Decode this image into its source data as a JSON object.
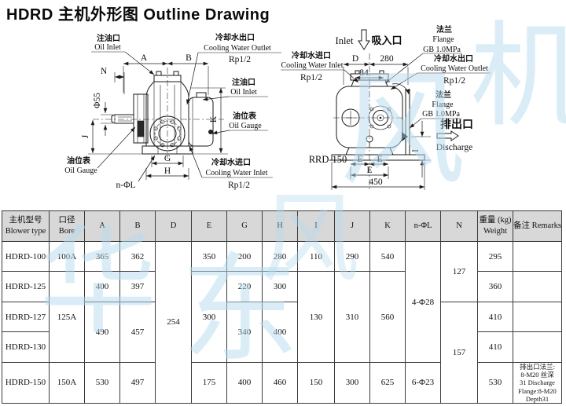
{
  "title": "HDRD 主机外形图  Outline Drawing",
  "watermark": {
    "color": "#b7dcf0",
    "glyphs": [
      "华",
      "东",
      "风",
      "机",
      "风"
    ]
  },
  "front": {
    "oil_inlet_top_zh": "注油口",
    "oil_inlet_top_en": "Oil Inlet",
    "cooling_outlet_zh": "冷却水出口",
    "cooling_outlet_en": "Cooling Water Outlet",
    "cooling_outlet_size": "Rp1/2",
    "oil_inlet_right_zh": "注油口",
    "oil_inlet_right_en": "Oil Inlet",
    "oil_gauge_right_zh": "油位表",
    "oil_gauge_right_en": "Oil Gauge",
    "oil_gauge_left_zh": "油位表",
    "oil_gauge_left_en": "Oil Gauge",
    "cooling_inlet_zh": "冷却水进口",
    "cooling_inlet_en": "Cooling Water Inlet",
    "cooling_inlet_size": "Rp1/2",
    "dim_a": "A",
    "dim_b": "B",
    "dim_n": "N",
    "dim_j": "J",
    "dim_k": "K",
    "dim_g": "G",
    "dim_h": "H",
    "shaft_dia": "Φ55",
    "bolt_holes": "n-ΦL"
  },
  "side": {
    "inlet_en": "Inlet",
    "inlet_zh": "吸入口",
    "flange_top_zh": "法兰",
    "flange_top_en": "Flange",
    "flange_top_spec": "GB 1.0MPa",
    "cooling_inlet_zh": "冷却水进口",
    "cooling_inlet_en": "Cooling Water Inlet",
    "cooling_inlet_size": "Rp1/2",
    "cooling_outlet_zh": "冷却水出口",
    "cooling_outlet_en": "Cooling Water Outlet",
    "cooling_outlet_size": "Rp1/2",
    "flange_right_zh": "法兰",
    "flange_right_en": "Flange",
    "flange_right_spec": "GB 1.0MPa",
    "discharge_zh": "排出口",
    "discharge_en": "Discharge",
    "model_label": "RRD-150",
    "dim_d": "D",
    "dim_280": "280",
    "dim_84": "84",
    "dim_e1": "E",
    "dim_e2": "E",
    "dim_e3": "E",
    "dim_450": "450",
    "dim_i": "I"
  },
  "table": {
    "headers": [
      "主机型号\nBlower type",
      "口径 Bore",
      "A",
      "B",
      "D",
      "E",
      "G",
      "H",
      "I",
      "J",
      "K",
      "n-ΦL",
      "N",
      "重量 (kg)\nWeight",
      "备注 Remarks"
    ],
    "rows": [
      [
        "HDRD-100",
        "100A",
        "365",
        "362",
        {
          "t": "254",
          "rs": 5
        },
        "350",
        "200",
        "280",
        "110",
        "290",
        "540",
        {
          "t": "4-Φ28",
          "rs": 4
        },
        {
          "t": "127",
          "rs": 2
        },
        "295",
        ""
      ],
      [
        "HDRD-125",
        {
          "t": "125A",
          "rs": 3
        },
        "400",
        "397",
        {
          "t": "300",
          "rs": 3
        },
        "220",
        "300",
        {
          "t": "130",
          "rs": 3
        },
        {
          "t": "310",
          "rs": 3
        },
        {
          "t": "560",
          "rs": 3
        },
        "360",
        ""
      ],
      [
        "HDRD-127",
        {
          "t": "490",
          "rs": 2
        },
        {
          "t": "457",
          "rs": 2
        },
        {
          "t": "340",
          "rs": 2
        },
        {
          "t": "400",
          "rs": 2
        },
        {
          "t": "157",
          "rs": 3
        },
        "410",
        ""
      ],
      [
        "HDRD-130",
        "410",
        ""
      ],
      [
        "HDRD-150",
        "150A",
        "530",
        "497",
        "175",
        "400",
        "460",
        "150",
        "300",
        "625",
        "6-Φ23",
        "530",
        {
          "t": "排出口法兰:\n8-M20 丝深\n31 Discharge\nFlange:8-M20\nDepth31",
          "cls": "remark"
        }
      ]
    ]
  }
}
